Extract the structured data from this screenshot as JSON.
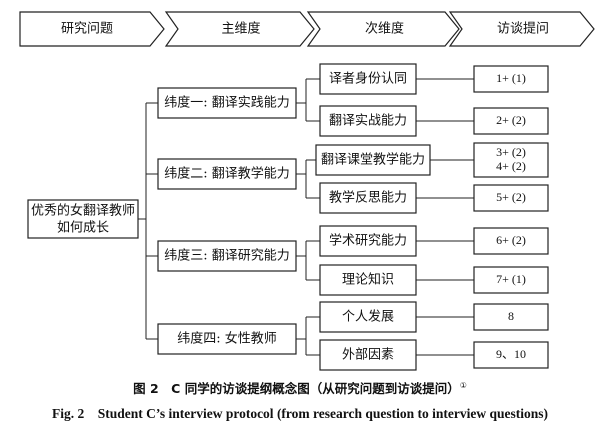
{
  "headers": [
    "研究问题",
    "主维度",
    "次维度",
    "访谈提问"
  ],
  "root": [
    "优秀的女翻译教师",
    "如何成长"
  ],
  "dimensions": [
    {
      "label": "纬度一: 翻译实践能力",
      "subs": [
        {
          "label": "译者身份认同",
          "questions": [
            "1+ (1)"
          ]
        },
        {
          "label": "翻译实战能力",
          "questions": [
            "2+ (2)"
          ]
        }
      ]
    },
    {
      "label": "纬度二: 翻译教学能力",
      "subs": [
        {
          "label": "翻译课堂教学能力",
          "questions": [
            "3+ (2)",
            "4+ (2)"
          ]
        },
        {
          "label": "教学反思能力",
          "questions": [
            "5+ (2)"
          ]
        }
      ]
    },
    {
      "label": "纬度三: 翻译研究能力",
      "subs": [
        {
          "label": "学术研究能力",
          "questions": [
            "6+ (2)"
          ]
        },
        {
          "label": "理论知识",
          "questions": [
            "7+ (1)"
          ]
        }
      ]
    },
    {
      "label": "纬度四: 女性教师",
      "subs": [
        {
          "label": "个人发展",
          "questions": [
            "8"
          ]
        },
        {
          "label": "外部因素",
          "questions": [
            "9、10"
          ]
        }
      ]
    }
  ],
  "caption": {
    "zh": "图 2　C 同学的访谈提纲概念图（从研究问题到访谈提问）",
    "zh_note": "①",
    "en": "Fig. 2　Student C’s interview protocol (from research question to interview questions)"
  }
}
